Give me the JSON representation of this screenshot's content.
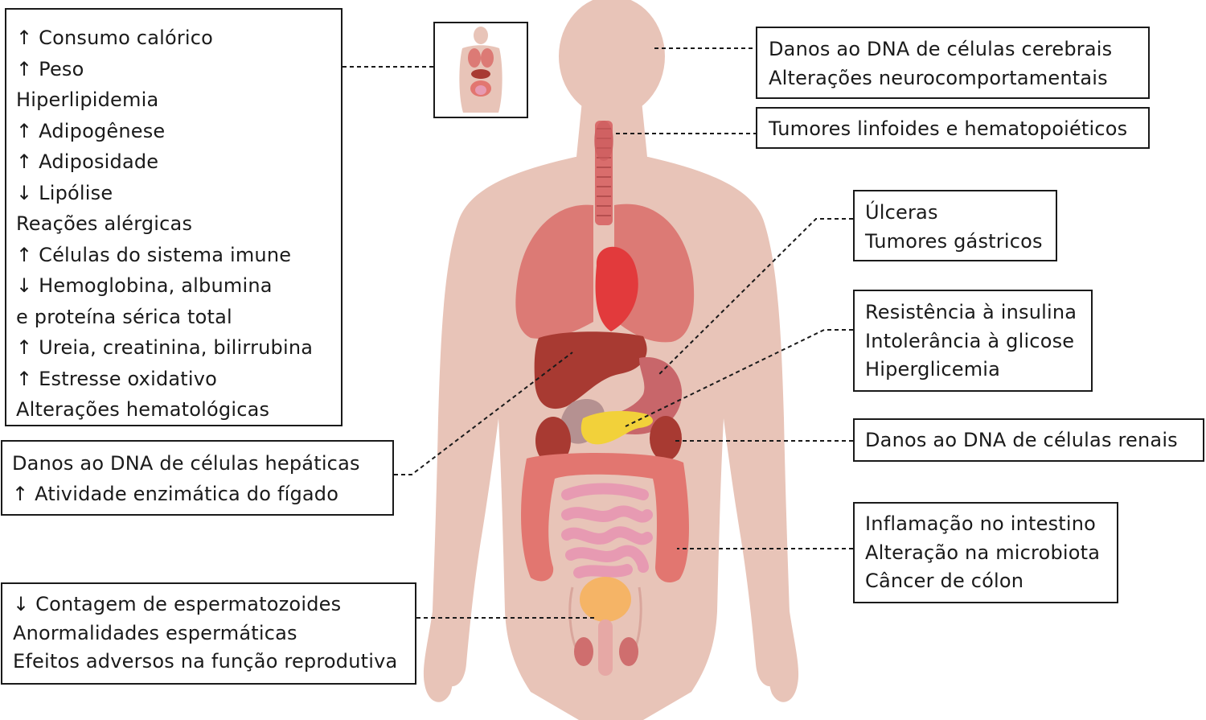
{
  "annotations": {
    "metabolic": [
      "↑ Consumo calórico",
      "↑ Peso",
      "Hiperlipidemia",
      "↑ Adipogênese",
      "↑ Adiposidade",
      "↓ Lipólise",
      "Reações alérgicas",
      "↑ Células do sistema imune",
      "↓ Hemoglobina, albumina",
      "e proteína sérica total",
      "↑ Ureia, creatinina, bilirrubina",
      "↑ Estresse oxidativo",
      "Alterações hematológicas"
    ],
    "liver": [
      "Danos ao DNA de células hepáticas",
      "↑ Atividade enzimática do fígado"
    ],
    "reproductive": [
      "↓ Contagem de espermatozoides",
      "Anormalidades espermáticas",
      "Efeitos adversos na função reprodutiva"
    ],
    "brain": [
      "Danos ao DNA de células cerebrais",
      "Alterações neurocomportamentais"
    ],
    "lymph": [
      "Tumores linfoides e hematopoiéticos"
    ],
    "stomach": [
      "Úlceras",
      "Tumores gástricos"
    ],
    "pancreas": [
      "Resistência à insulina",
      "Intolerância à glicose",
      "Hiperglicemia"
    ],
    "kidney": [
      "Danos ao DNA de células renais"
    ],
    "intestine": [
      "Inflamação no intestino",
      "Alteração na microbiota",
      "Câncer de cólon"
    ]
  },
  "colors": {
    "body": "#e8c4b8",
    "lungs": "#dc7a75",
    "heart": "#e23a3c",
    "liver": "#a83a32",
    "stomach": "#c8666a",
    "pancreas": "#f2d13a",
    "colon": "#e27670",
    "small_intestine": "#e79ab2",
    "bladder": "#f5b466",
    "outline": "#1a1a1a"
  }
}
